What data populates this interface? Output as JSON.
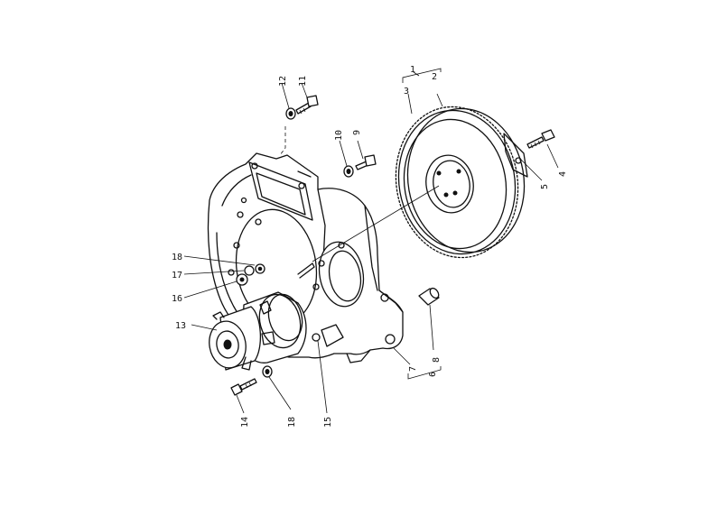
{
  "labels": {
    "l1": "1",
    "l2": "2",
    "l3": "3",
    "l4": "4",
    "l5": "5",
    "l6": "6",
    "l7": "7",
    "l8": "8",
    "l9": "9",
    "l10": "10",
    "l11": "11",
    "l12": "12",
    "l13": "13",
    "l14": "14",
    "l15": "15",
    "l16": "16",
    "l17": "17",
    "l18a": "18",
    "l18b": "18"
  }
}
